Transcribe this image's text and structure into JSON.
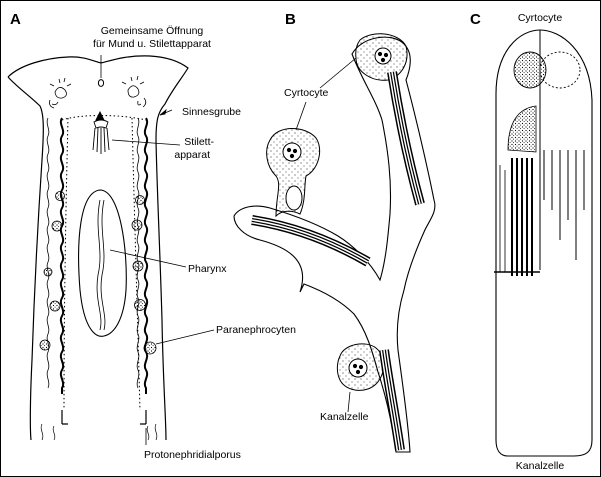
{
  "panels": {
    "a": {
      "letter": "A",
      "labels": {
        "opening_line1": "Gemeinsame Öffnung",
        "opening_line2": "für Mund u. Stilettapparat",
        "sense_pit": "Sinnesgrube",
        "stylet_line1": "Stilett-",
        "stylet_line2": "apparat",
        "pharynx": "Pharynx",
        "paranephrocytes": "Paranephrocyten",
        "pore": "Protonephridialporus"
      }
    },
    "b": {
      "letter": "B",
      "labels": {
        "cyrtocyte": "Cyrtocyte",
        "canal_cell": "Kanalzelle"
      }
    },
    "c": {
      "letter": "C",
      "labels": {
        "cyrtocyte": "Cyrtocyte",
        "canal_cell": "Kanalzelle"
      }
    }
  }
}
